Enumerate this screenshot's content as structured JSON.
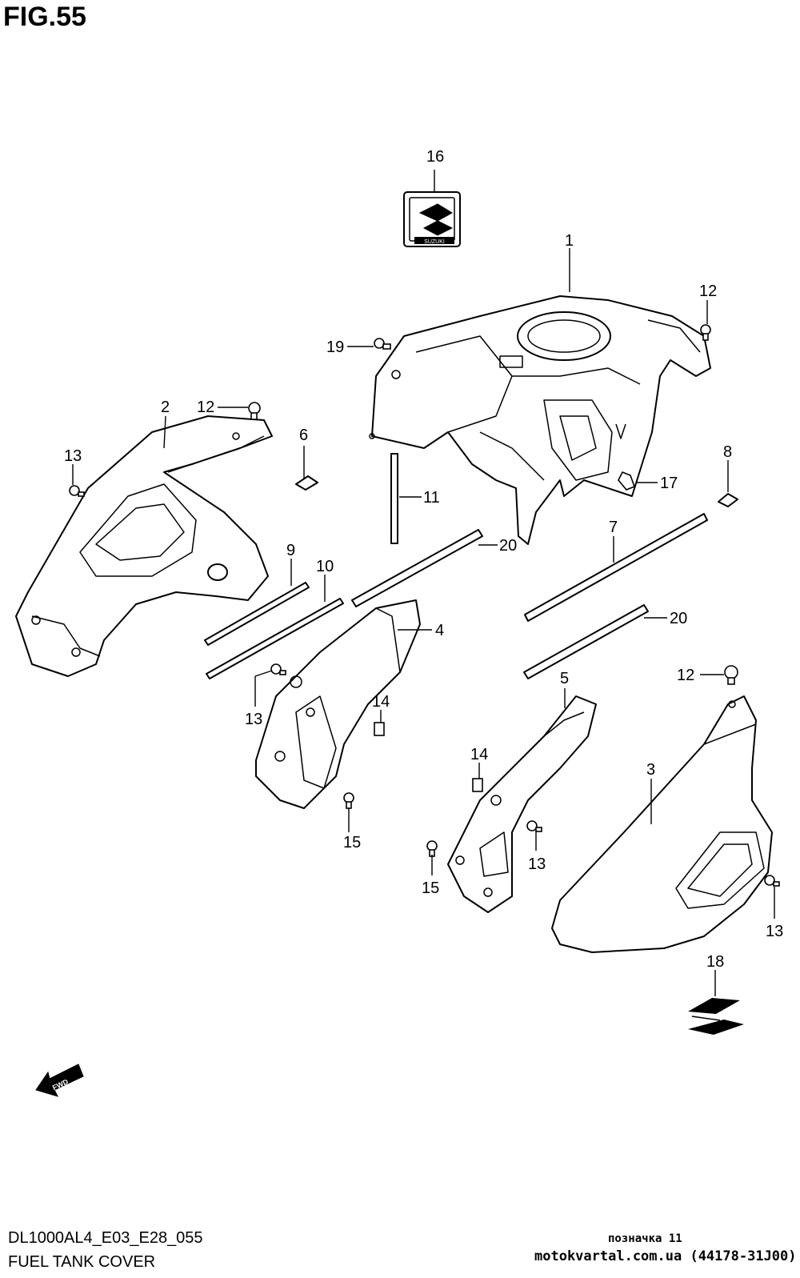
{
  "figure": {
    "title": "FIG.55",
    "model_code": "DL1000AL4_E03_E28_055",
    "name": "FUEL TANK COVER",
    "marking": "позначка 11",
    "site": "motokvartal.com.ua (44178-31J00)"
  },
  "emblem": {
    "brand_text": "SUZUKI"
  },
  "fwd_arrow": {
    "label": "FWD"
  },
  "callouts": {
    "c1": "1",
    "c2": "2",
    "c3": "3",
    "c4": "4",
    "c5": "5",
    "c6": "6",
    "c7": "7",
    "c8": "8",
    "c9": "9",
    "c10": "10",
    "c11": "11",
    "c12a": "12",
    "c12b": "12",
    "c12c": "12",
    "c13a": "13",
    "c13b": "13",
    "c13c": "13",
    "c13d": "13",
    "c14a": "14",
    "c14b": "14",
    "c15a": "15",
    "c15b": "15",
    "c16": "16",
    "c17": "17",
    "c18": "18",
    "c19": "19",
    "c20a": "20",
    "c20b": "20"
  }
}
